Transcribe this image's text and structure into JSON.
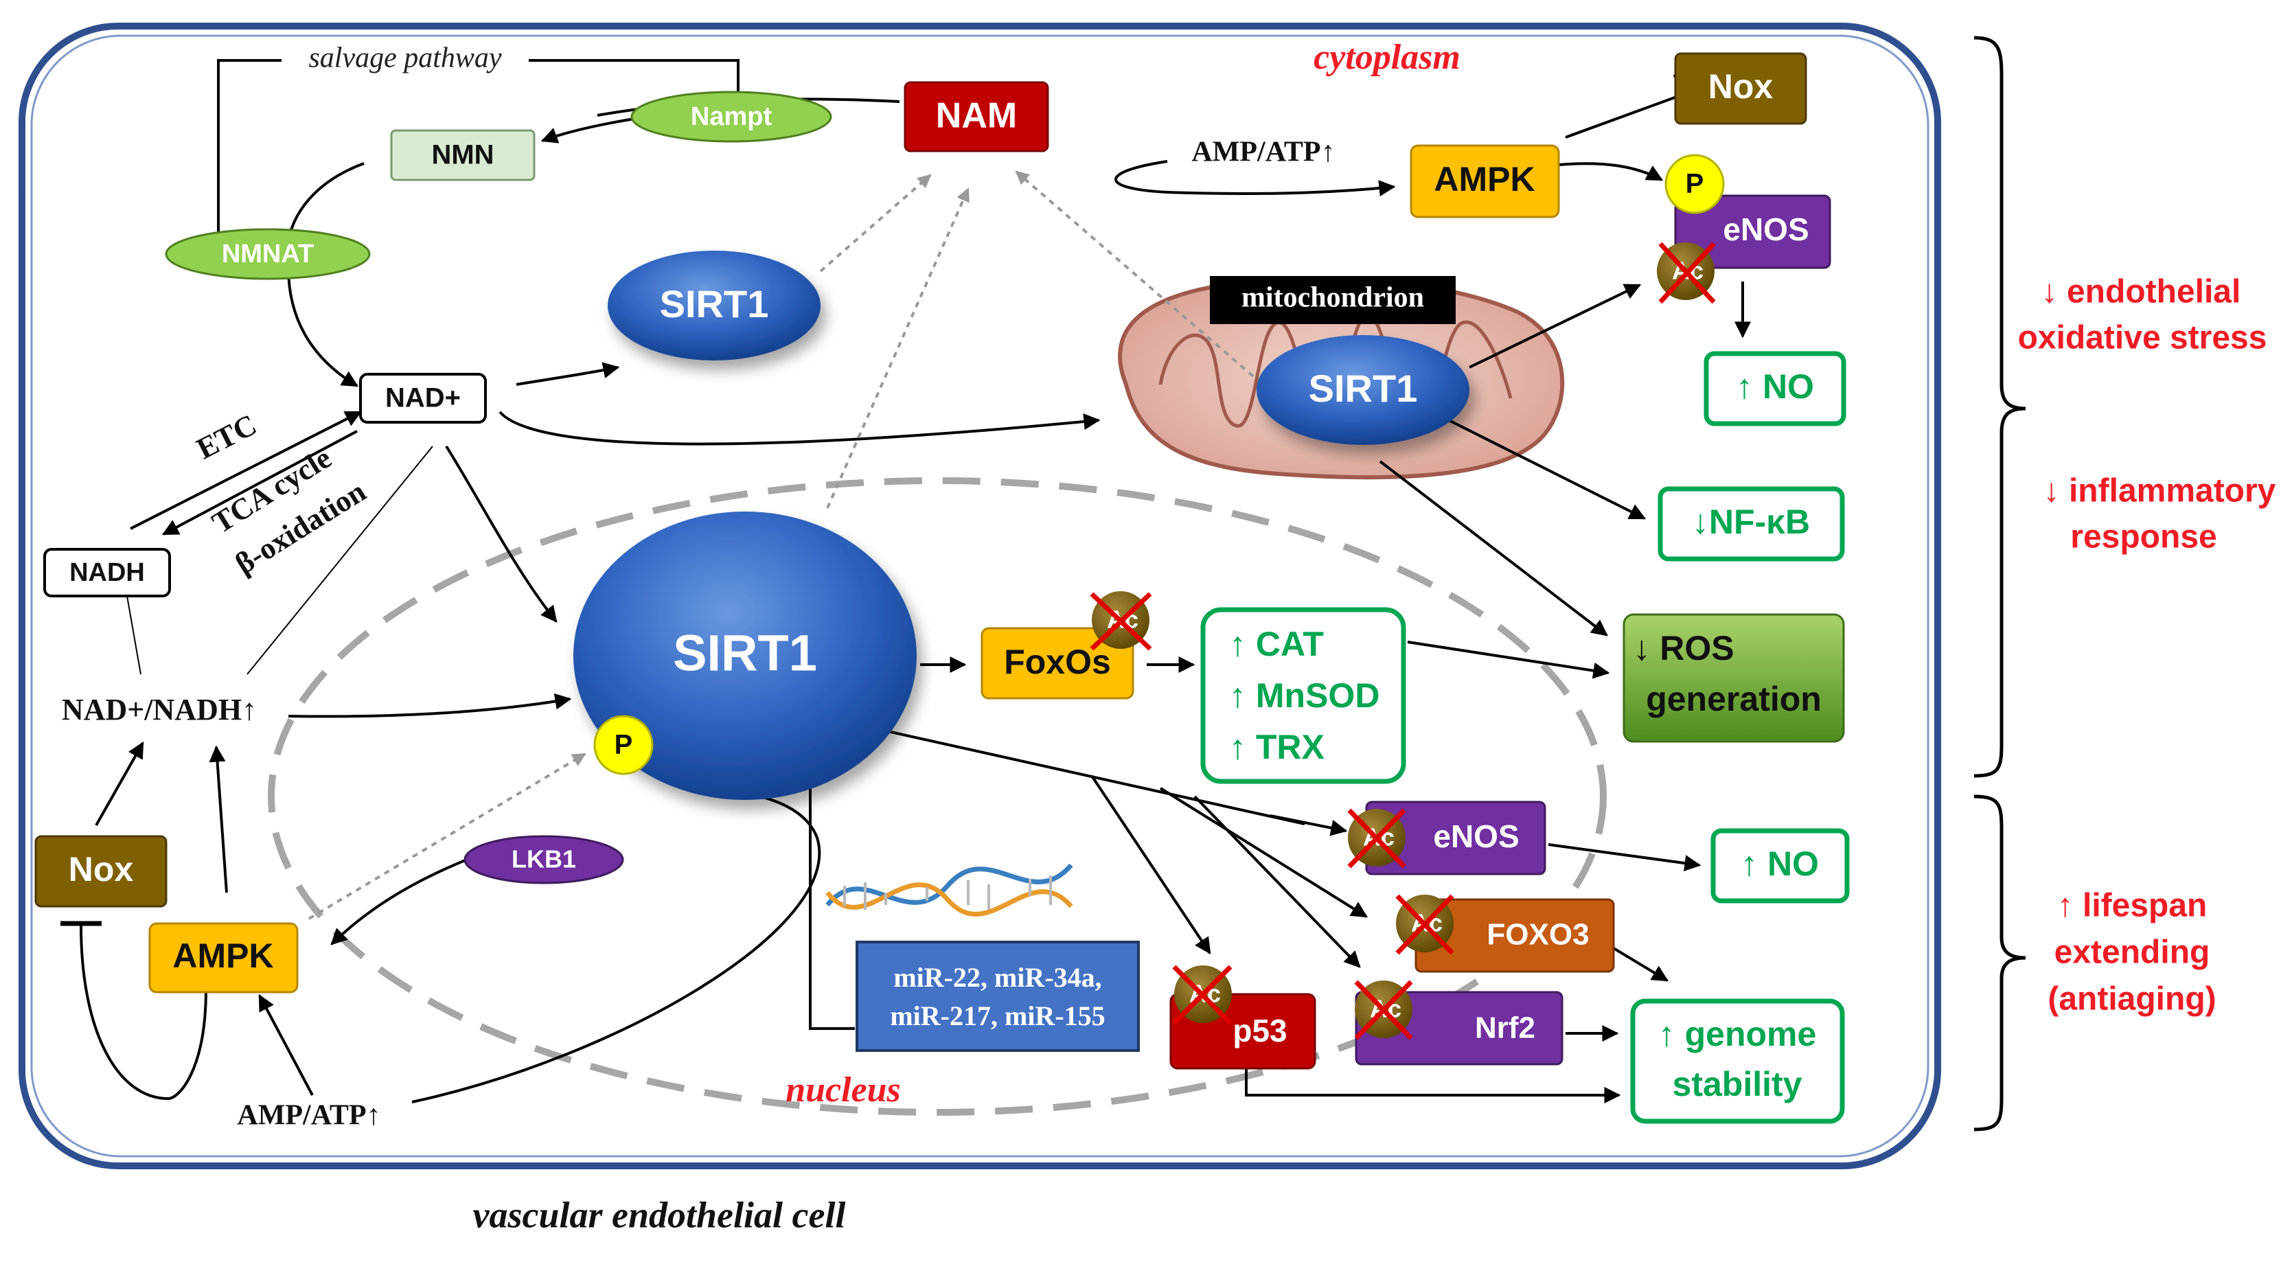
{
  "caption": "vascular endothelial cell",
  "compartments": {
    "cytoplasm": "cytoplasm",
    "nucleus": "nucleus",
    "mitochondrion": "mitochondrion"
  },
  "pathway": {
    "salvage": "salvage pathway"
  },
  "metabolites": {
    "nam": "NAM",
    "nmn": "NMN",
    "nad_plus": "NAD+",
    "nadh": "NADH",
    "nad_ratio": "NAD+/NADH↑",
    "amp_atp_top": "AMP/ATP↑",
    "amp_atp_bottom": "AMP/ATP↑"
  },
  "enzymes": {
    "nampt": "Nampt",
    "nmnat": "NMNAT",
    "lkb1": "LKB1"
  },
  "reactions": {
    "etc": "ETC",
    "tca": "TCA cycle",
    "beta_ox": "β-oxidation"
  },
  "sirt1": {
    "cyto": "SIRT1",
    "mito": "SIRT1",
    "nuclear": "SIRT1"
  },
  "proteins": {
    "nox_top": "Nox",
    "ampk_top": "AMPK",
    "enos_top": "eNOS",
    "nox_left": "Nox",
    "ampk_left": "AMPK",
    "foxos": "FoxOs",
    "enos_nuc": "eNOS",
    "foxo3": "FOXO3",
    "nrf2": "Nrf2",
    "p53": "p53"
  },
  "marks": {
    "phospho": "P",
    "acetyl": "Ac"
  },
  "outcomes": {
    "no_top": "↑ NO",
    "nfkb": "↓NF-κB",
    "cat": "↑ CAT",
    "mnsod": "↑ MnSOD",
    "trx": "↑ TRX",
    "ros_line1": "↓ ROS",
    "ros_line2": "generation",
    "no_bottom": "↑ NO",
    "genome_line1": "↑ genome",
    "genome_line2": "stability"
  },
  "mirna": {
    "line1": "miR-22, miR-34a,",
    "line2": "miR-217, miR-155"
  },
  "effects": {
    "oxidative_line1": "↓ endothelial",
    "oxidative_line2": "oxidative stress",
    "inflammatory_line1": "↓ inflammatory",
    "inflammatory_line2": "response",
    "lifespan_line1": "↑ lifespan",
    "lifespan_line2": "extending",
    "lifespan_line3": "(antiaging)"
  },
  "colors": {
    "cell_border": "#2f4f8f",
    "nucleus_border": "#a6a6a6",
    "nam_fill": "#c00000",
    "nox_fill": "#7f6000",
    "ampk_fill": "#ffc000",
    "enos_fill": "#7030a0",
    "foxo3_fill": "#c55a11",
    "green_text": "#00a651",
    "effect_red": "#ee1c25",
    "mirna_fill": "#4472c4",
    "enzyme_green": "#92d050",
    "nmn_fill": "#d9ead3",
    "phospho_yellow": "#ffff00",
    "acetyl_brown": "#7f6000"
  }
}
